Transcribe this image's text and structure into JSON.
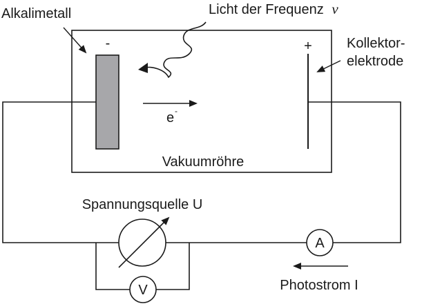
{
  "labels": {
    "alkali_metal": "Alkalimetall",
    "light_text": "Licht der Frequenz",
    "light_symbol": "ν",
    "collector_line1": "Kollektor-",
    "collector_line2": "elektrode",
    "minus": "-",
    "plus": "+",
    "electron": "e",
    "electron_charge": "-",
    "tube": "Vakuumröhre",
    "voltage_source": "Spannungsquelle U",
    "ammeter": "A",
    "voltmeter": "V",
    "photocurrent": "Photostrom I"
  },
  "colors": {
    "ink": "#1a1a1a",
    "cathode_fill": "#a7a7aa",
    "background": "#ffffff"
  }
}
